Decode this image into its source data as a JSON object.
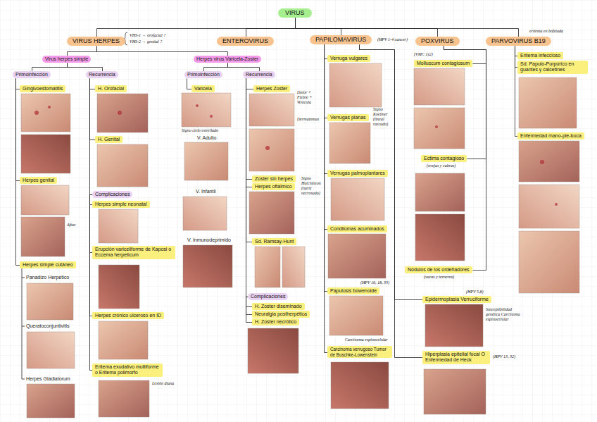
{
  "diagram": {
    "nodes": [
      {
        "text": [
          "VIRUS"
        ]
      },
      {
        "text": [
          "VIRUS HERPES"
        ]
      },
      {
        "text": [
          "ENTEROVIRUS"
        ]
      },
      {
        "text": [
          "PAPILOMAVIRUS"
        ]
      },
      {
        "text": [
          "POXVIRUS"
        ]
      },
      {
        "text": [
          "PARVOVIRUS B19"
        ]
      },
      {
        "text": [
          "Virus herpes simple"
        ]
      },
      {
        "text": [
          "Herpes virus Varicela-Zoster"
        ]
      },
      {
        "text": [
          "Primoinfección"
        ]
      },
      {
        "text": [
          "Recurrencia"
        ]
      },
      {
        "text": [
          "Primoinfección"
        ]
      },
      {
        "text": [
          "Recurrencia"
        ]
      },
      {
        "text": [
          "Gingivoestomatitis"
        ]
      },
      {
        "text": [
          "Herpes genital"
        ]
      },
      {
        "text": [
          "Herpes simple cutáneo"
        ]
      },
      {
        "text": [
          "H. Orofacial"
        ]
      },
      {
        "text": [
          "H. Genital"
        ]
      },
      {
        "text": [
          "Complicaciones"
        ]
      },
      {
        "text": [
          "Herpes simple neonatal"
        ]
      },
      {
        "text": [
          "Erupción variceliforme de Kaposi o Eccema herpeticum"
        ]
      },
      {
        "text": [
          "Herpes crónico ulceroso en ID"
        ]
      },
      {
        "text": [
          "Eritema exudativo multiforme o Eritema polimorfo"
        ]
      },
      {
        "text": [
          "Varicela"
        ]
      },
      {
        "text": [
          "Herpes Zoster"
        ]
      },
      {
        "text": [
          "Zoster sin herpes"
        ]
      },
      {
        "text": [
          "Herpes oftálmico"
        ]
      },
      {
        "text": [
          "Sd. Ramsay-Hunt"
        ]
      },
      {
        "text": [
          "Complicaciones"
        ]
      },
      {
        "text": [
          "H. Zoster diseminado"
        ]
      },
      {
        "text": [
          "Neuralgia postherpética"
        ]
      },
      {
        "text": [
          "H. Zoster necrótico"
        ]
      },
      {
        "text": [
          "Verruga vulgares"
        ]
      },
      {
        "text": [
          "Verrugas planas"
        ]
      },
      {
        "text": [
          "Verrugas palmoplantares"
        ]
      },
      {
        "text": [
          "Condilomas acuminados"
        ]
      },
      {
        "text": [
          "Papulosis bowenoide"
        ]
      },
      {
        "text": [
          "Carcinoma verrugoso Tumor de Buschke-Lowenstein"
        ]
      },
      {
        "text": [
          "Molluscum contagiosum"
        ]
      },
      {
        "text": [
          "Ectima contagioso"
        ]
      },
      {
        "text": [
          "Nódulos de los ordeñadores"
        ]
      },
      {
        "text": [
          "Epidermoplasia Verruciforme"
        ]
      },
      {
        "text": [
          "Hiperplasia epitelial focal O Enfermedad de Heck"
        ]
      },
      {
        "text": [
          "Eritema infeccioso"
        ]
      },
      {
        "text": [
          "Sd. Papulo-Purpúrico en guantes y calcetines"
        ]
      },
      {
        "text": [
          "Enfermedad mano-pie-boca"
        ]
      }
    ],
    "edges": [
      {
        "from": 0,
        "to": 1,
        "arrow": "none"
      },
      {
        "from": 0,
        "to": 2,
        "arrow": "none"
      },
      {
        "from": 0,
        "to": 3,
        "arrow": "none"
      },
      {
        "from": 0,
        "to": 4,
        "arrow": "none"
      },
      {
        "from": 0,
        "to": 5,
        "arrow": "none"
      },
      {
        "from": 1,
        "to": 6,
        "arrow": "none"
      },
      {
        "from": 1,
        "to": 7,
        "arrow": "none"
      },
      {
        "from": 6,
        "to": 8,
        "arrow": "none"
      },
      {
        "from": 6,
        "to": 9,
        "arrow": "none"
      },
      {
        "from": 7,
        "to": 10,
        "arrow": "none"
      },
      {
        "from": 7,
        "to": 11,
        "arrow": "none"
      },
      {
        "from": 8,
        "to": 12,
        "arrow": "none"
      },
      {
        "from": 8,
        "to": 13,
        "arrow": "none"
      },
      {
        "from": 8,
        "to": 14,
        "arrow": "none"
      },
      {
        "from": 9,
        "to": 15,
        "arrow": "none"
      },
      {
        "from": 9,
        "to": 16,
        "arrow": "none"
      },
      {
        "from": 9,
        "to": 17,
        "arrow": "none"
      },
      {
        "from": 17,
        "to": 18,
        "arrow": "none"
      },
      {
        "from": 17,
        "to": 19,
        "arrow": "none"
      },
      {
        "from": 17,
        "to": 20,
        "arrow": "none"
      },
      {
        "from": 17,
        "to": 21,
        "arrow": "none"
      },
      {
        "from": 10,
        "to": 22,
        "arrow": "none"
      },
      {
        "from": 11,
        "to": 23,
        "arrow": "none"
      },
      {
        "from": 11,
        "to": 24,
        "arrow": "none"
      },
      {
        "from": 11,
        "to": 25,
        "arrow": "none"
      },
      {
        "from": 11,
        "to": 26,
        "arrow": "none"
      },
      {
        "from": 11,
        "to": 27,
        "arrow": "none"
      },
      {
        "from": 27,
        "to": 28,
        "arrow": "none"
      },
      {
        "from": 27,
        "to": 29,
        "arrow": "none"
      },
      {
        "from": 27,
        "to": 30,
        "arrow": "none"
      },
      {
        "from": 3,
        "to": 31,
        "arrow": "none"
      },
      {
        "from": 3,
        "to": 32,
        "arrow": "none"
      },
      {
        "from": 3,
        "to": 33,
        "arrow": "none"
      },
      {
        "from": 3,
        "to": 34,
        "arrow": "none"
      },
      {
        "from": 3,
        "to": 35,
        "arrow": "none"
      },
      {
        "from": 3,
        "to": 36,
        "arrow": "none"
      },
      {
        "from": 3,
        "to": 40,
        "arrow": "none"
      },
      {
        "from": 3,
        "to": 41,
        "arrow": "none"
      },
      {
        "from": 4,
        "to": 37,
        "arrow": "none"
      },
      {
        "from": 4,
        "to": 38,
        "arrow": "none"
      },
      {
        "from": 4,
        "to": 39,
        "arrow": "none"
      },
      {
        "from": 5,
        "to": 42,
        "arrow": "none"
      },
      {
        "from": 5,
        "to": 43,
        "arrow": "none"
      },
      {
        "from": 5,
        "to": 44,
        "arrow": "none"
      }
    ],
    "labels": [
      "VHS-1 → orofacial ?",
      "VHS-2 → genital ?",
      "(HPV 1-4 cancer)",
      "Panadizo Herpético",
      "Queratoconjuntivitis",
      "Herpes Gladiatorum",
      "Aftas",
      "Lesión diana",
      "Signo cielo estrellado",
      "V. Adulto",
      "V. Infantil",
      "V. Inmunodeprimido",
      "Dolor + Fiebre + Vesícula",
      "Dermatomas",
      "Signo Hutchinson (nariz necrosada)",
      "Signo Koebner (lineal rascado)",
      "(HPV 16, 18, 33)",
      "Carcinoma espinocelular",
      "(HPV 5,8)",
      "Susceptibilidad genética Carcinoma espinocelular",
      "(HPV 13, 32)",
      "(VMC 1y2)",
      "(ovejas y cabras)",
      "(vacas y terneros)",
      "eritema en bofetada"
    ]
  }
}
